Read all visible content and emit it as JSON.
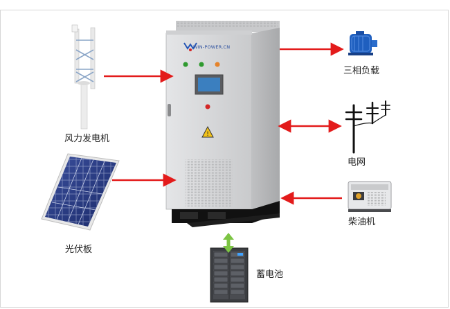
{
  "cabinet": {
    "brand": "WIN-POWER.CN",
    "indicator_colors": [
      "#2f9a2f",
      "#2f9a2f",
      "#e5832a"
    ],
    "stop_button_color": "#d32626"
  },
  "components": {
    "wind": "风力发电机",
    "solar": "光伏板",
    "load": "三相负载",
    "grid": "电网",
    "diesel": "柴油机",
    "battery": "蓄电池"
  },
  "colors": {
    "arrow": "#e31b1b",
    "battery_link": "#7cc443",
    "cabinet_body": "#d5d6d8",
    "motor": "#1f5fbf"
  }
}
